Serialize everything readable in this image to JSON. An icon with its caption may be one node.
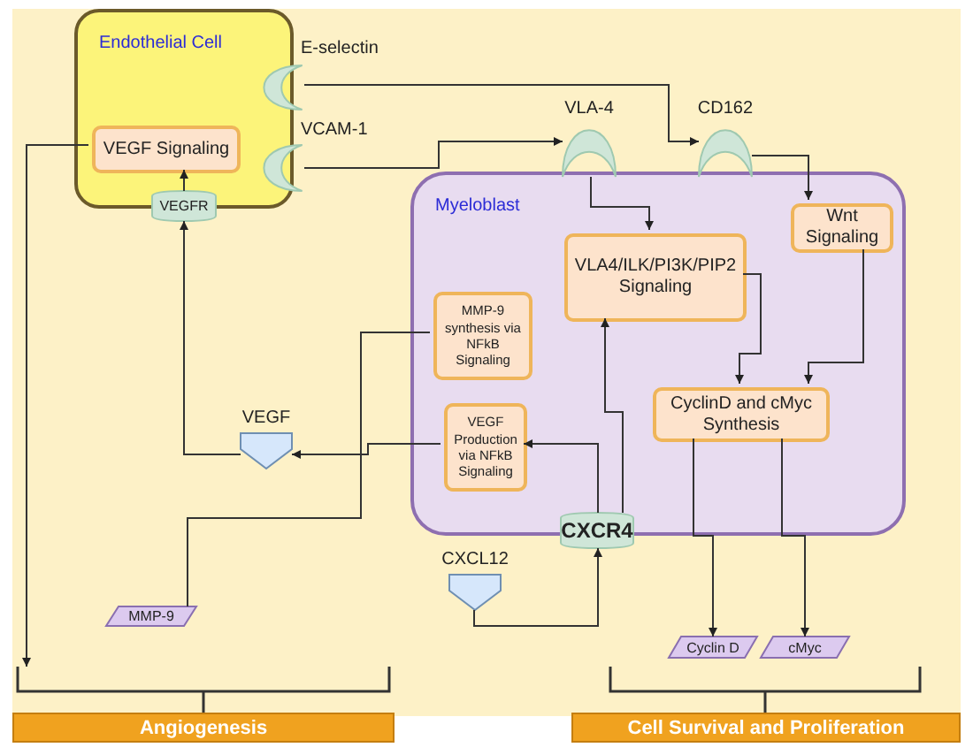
{
  "diagram": {
    "nodes": [
      {
        "text": [
          "Endothelial Cell"
        ]
      },
      {
        "text": [
          "VEGF Signaling"
        ],
        "in": 0
      },
      {
        "text": [
          "E-selectin"
        ]
      },
      {
        "text": [
          "VCAM-1"
        ]
      },
      {
        "text": [
          "VEGFR"
        ]
      },
      {
        "text": [
          "Myeloblast"
        ]
      },
      {
        "text": [
          "VLA-4"
        ]
      },
      {
        "text": [
          "CD162"
        ]
      },
      {
        "text": [
          "Wnt Signaling"
        ],
        "in": 5
      },
      {
        "text": [
          "VLA4/ILK/PI3K/PIP2 Signaling"
        ],
        "in": 5
      },
      {
        "text": [
          "MMP-9 synthesis via NFkB Signaling"
        ],
        "in": 5
      },
      {
        "text": [
          "VEGF Production via NFkB Signaling"
        ],
        "in": 5
      },
      {
        "text": [
          "CyclinD and cMyc Synthesis"
        ],
        "in": 5
      },
      {
        "text": [
          "CXCR4"
        ]
      },
      {
        "text": [
          "VEGF"
        ]
      },
      {
        "text": [
          "CXCL12"
        ]
      },
      {
        "text": [
          "MMP-9"
        ]
      },
      {
        "text": [
          "Cyclin D"
        ]
      },
      {
        "text": [
          "cMyc"
        ]
      },
      {
        "text": [
          "Angiogenesis"
        ]
      },
      {
        "text": [
          "Cell Survival and Proliferation"
        ]
      }
    ],
    "edges": [
      {
        "from": 1,
        "to": 19,
        "arrow": "to"
      },
      {
        "from": 2,
        "to": 7,
        "arrow": "to"
      },
      {
        "from": 3,
        "to": 6,
        "arrow": "to"
      },
      {
        "from": 4,
        "to": 1,
        "arrow": "to"
      },
      {
        "from": 14,
        "to": 4,
        "arrow": "to"
      },
      {
        "from": 11,
        "to": 14,
        "arrow": "to"
      },
      {
        "from": 10,
        "to": 16,
        "arrow": "none"
      },
      {
        "from": 6,
        "to": 9,
        "arrow": "to"
      },
      {
        "from": 7,
        "to": 8,
        "arrow": "to"
      },
      {
        "from": 13,
        "to": 9,
        "arrow": "to"
      },
      {
        "from": 13,
        "to": 11,
        "arrow": "to"
      },
      {
        "from": 15,
        "to": 13,
        "arrow": "to"
      },
      {
        "from": 9,
        "to": 12,
        "arrow": "to"
      },
      {
        "from": 8,
        "to": 12,
        "arrow": "to"
      },
      {
        "from": 12,
        "to": 17,
        "arrow": "to"
      },
      {
        "from": 12,
        "to": 18,
        "arrow": "to"
      }
    ]
  }
}
